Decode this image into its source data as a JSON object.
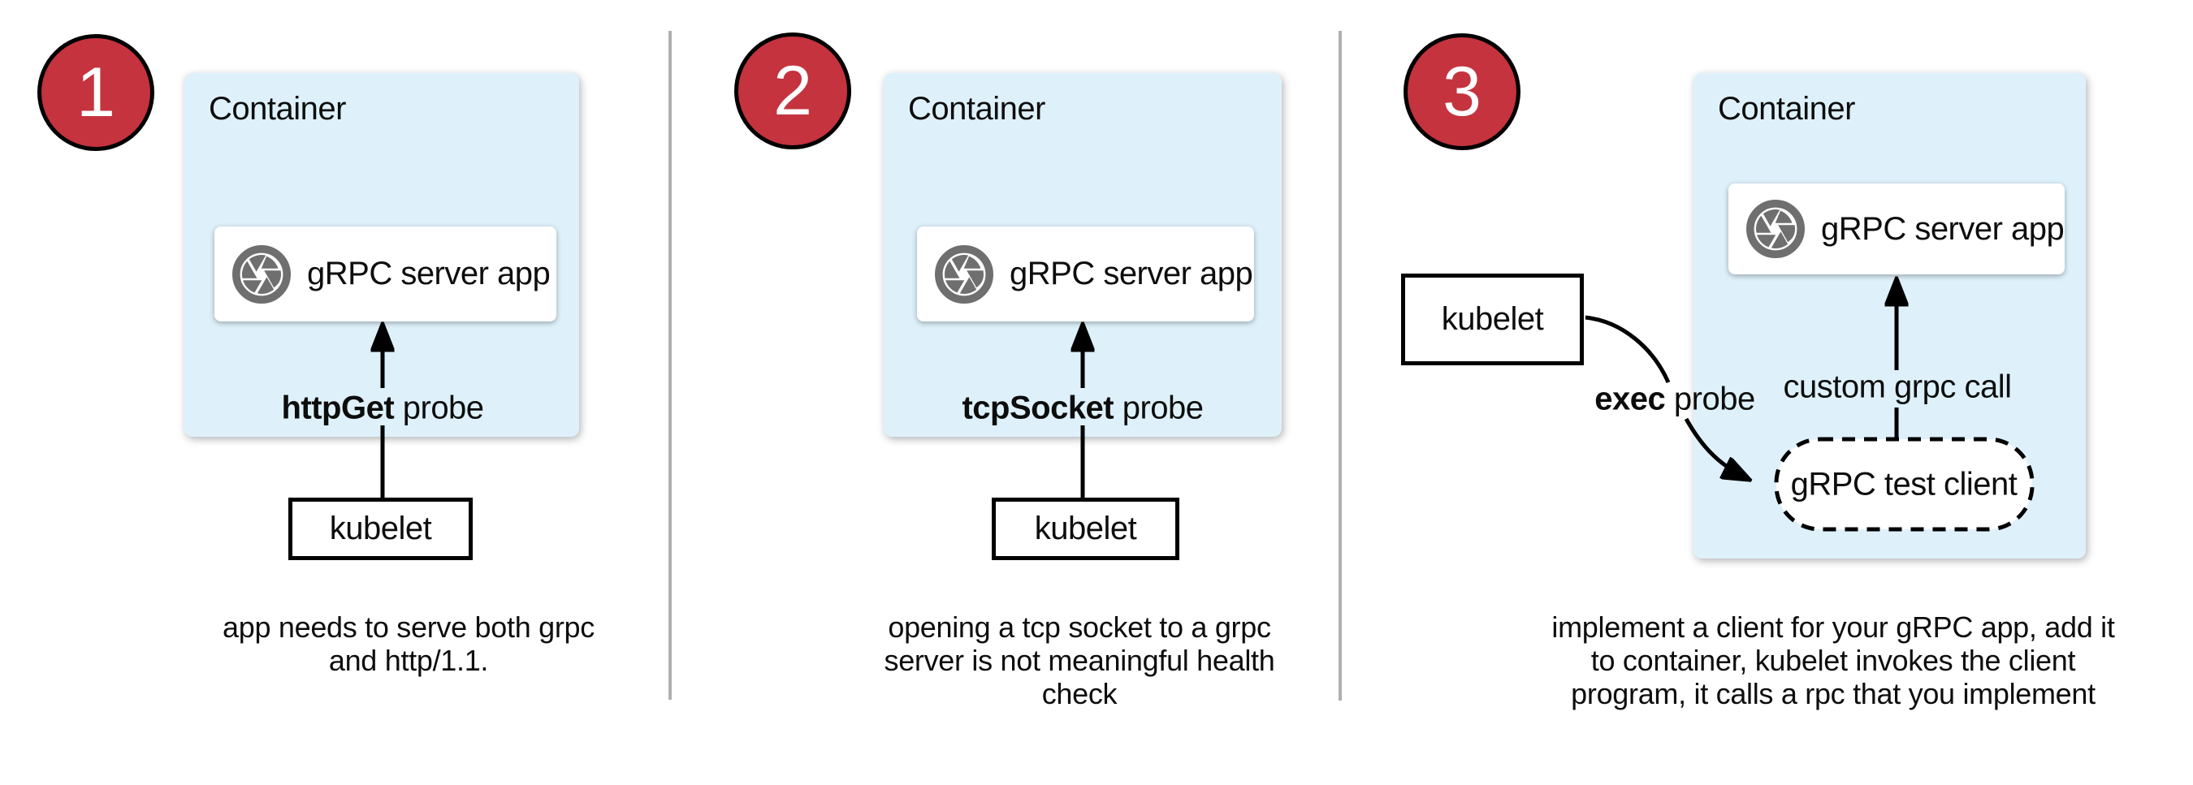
{
  "colors": {
    "badge_red": "#c4333e",
    "container_blue": "#def1fb",
    "icon_gray": "#6f6f6f",
    "divider_gray": "#b0b0b0",
    "stroke_black": "#000000"
  },
  "panels": [
    {
      "badge": "1",
      "container_label": "Container",
      "app_icon": "aperture-icon",
      "app_label": "gRPC server app",
      "probe_bold": "httpGet",
      "probe_rest": " probe",
      "kubelet_label": "kubelet",
      "caption_lines": [
        "app needs to serve both grpc",
        "and http/1.1."
      ]
    },
    {
      "badge": "2",
      "container_label": "Container",
      "app_icon": "aperture-icon",
      "app_label": "gRPC server app",
      "probe_bold": "tcpSocket",
      "probe_rest": " probe",
      "kubelet_label": "kubelet",
      "caption_lines": [
        "opening a tcp socket to a grpc",
        "server is not meaningful health",
        "check"
      ]
    },
    {
      "badge": "3",
      "container_label": "Container",
      "app_icon": "aperture-icon",
      "app_label": "gRPC server app",
      "probe_bold": "exec",
      "probe_rest": " probe",
      "kubelet_label": "kubelet",
      "custom_call_label": "custom grpc call",
      "test_client_label": "gRPC test client",
      "caption_lines": [
        "implement a client for your gRPC app, add it",
        "to container, kubelet invokes the client",
        "program, it calls a rpc that you implement"
      ]
    }
  ]
}
